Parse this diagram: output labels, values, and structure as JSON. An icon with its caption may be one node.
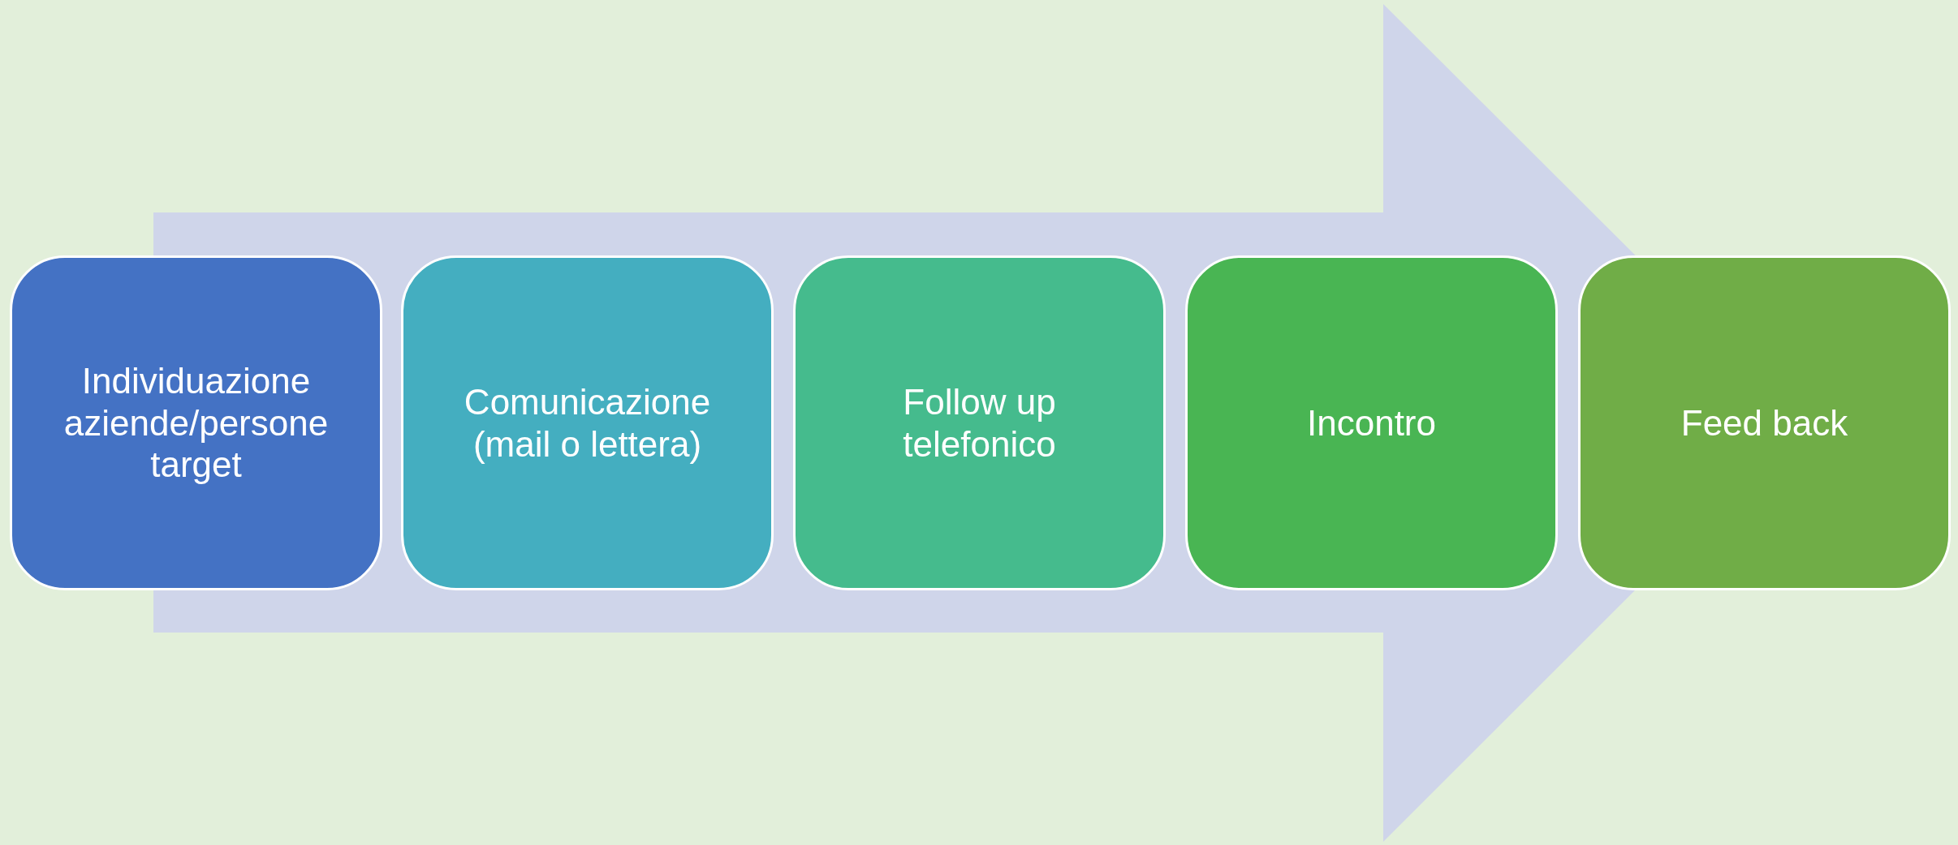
{
  "diagram": {
    "nodes": [
      {
        "text": [
          "Individuazione aziende/persone target"
        ]
      },
      {
        "text": [
          "Comunicazione (mail o lettera)"
        ]
      },
      {
        "text": [
          "Follow up telefonico"
        ]
      },
      {
        "text": [
          "Incontro"
        ]
      },
      {
        "text": [
          "Feed back"
        ]
      }
    ],
    "edges": [
      {
        "from": 0,
        "to": 4,
        "arrow": "to"
      }
    ]
  }
}
